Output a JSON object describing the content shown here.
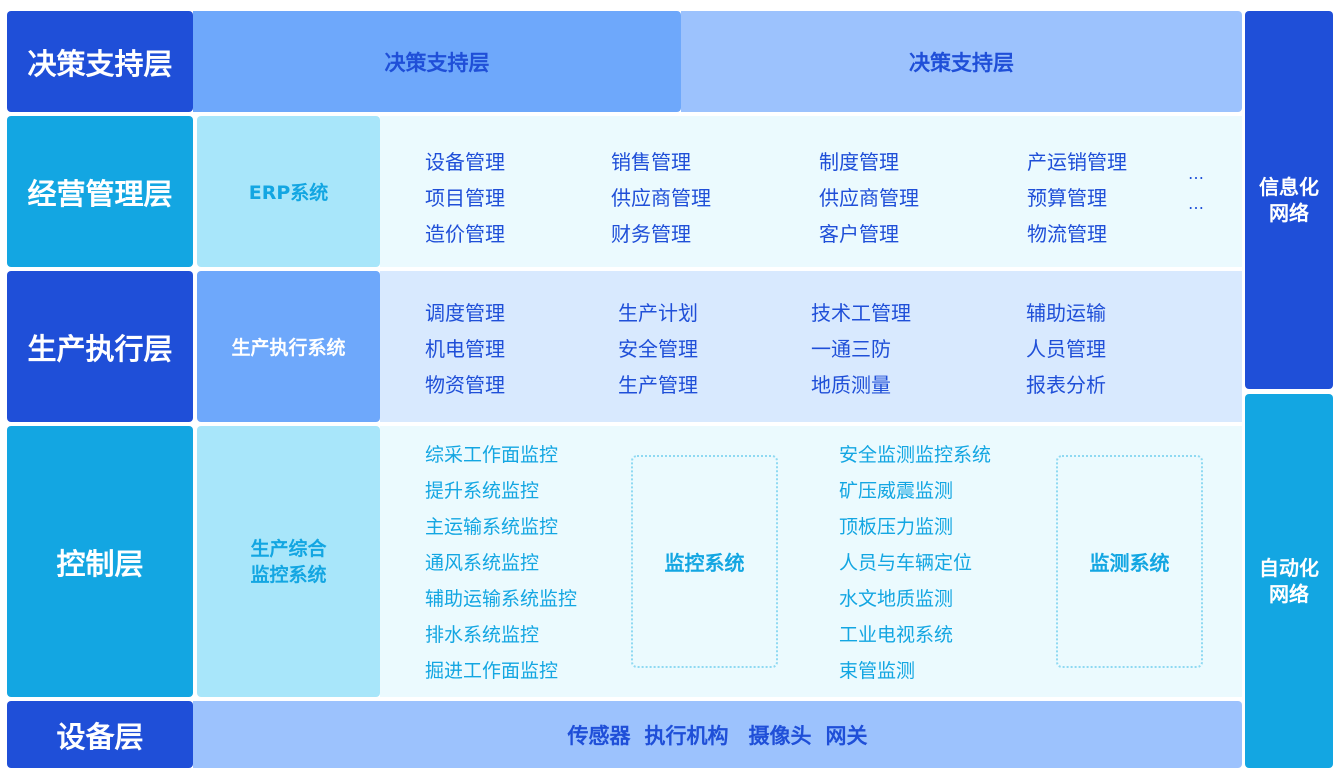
{
  "layers": {
    "decision": "决策支持层",
    "management": "经营管理层",
    "production": "生产执行层",
    "control": "控制层",
    "device": "设备层"
  },
  "decision_boxes": [
    "决策支持层",
    "决策支持层"
  ],
  "erp": {
    "label": "ERP系统",
    "columns": [
      [
        "设备管理",
        "项目管理",
        "造价管理"
      ],
      [
        "销售管理",
        "供应商管理",
        "财务管理"
      ],
      [
        "制度管理",
        "供应商管理",
        "客户管理"
      ],
      [
        "产运销管理",
        "预算管理",
        "物流管理"
      ],
      [
        "…",
        "…"
      ]
    ]
  },
  "mes": {
    "label": "生产执行系统",
    "columns": [
      [
        "调度管理",
        "机电管理",
        "物资管理"
      ],
      [
        "生产计划",
        "安全管理",
        "生产管理"
      ],
      [
        "技术工管理",
        "一通三防",
        "地质测量"
      ],
      [
        "辅助运输",
        "人员管理",
        "报表分析"
      ]
    ]
  },
  "control": {
    "label_line1": "生产综合",
    "label_line2": "监控系统",
    "monitor_items": [
      "综采工作面监控",
      "提升系统监控",
      "主运输系统监控",
      "通风系统监控",
      "辅助运输系统监控",
      "排水系统监控",
      "掘进工作面监控"
    ],
    "monitor_label": "监控系统",
    "detect_items": [
      "安全监测监控系统",
      "矿压威震监测",
      "顶板压力监测",
      "人员与车辆定位",
      "水文地质监测",
      "工业电视系统",
      "束管监测"
    ],
    "detect_label": "监测系统"
  },
  "device": {
    "items": [
      "传感器",
      "执行机构",
      "摄像头",
      "网关"
    ]
  },
  "networks": {
    "info_line1": "信息化",
    "info_line2": "网络",
    "auto_line1": "自动化",
    "auto_line2": "网络"
  },
  "colors": {
    "dark_blue": "#1f4fd8",
    "cyan": "#13a6e2",
    "light_cyan": "#a8e6fa",
    "pale_bg": "#ebfafe"
  }
}
